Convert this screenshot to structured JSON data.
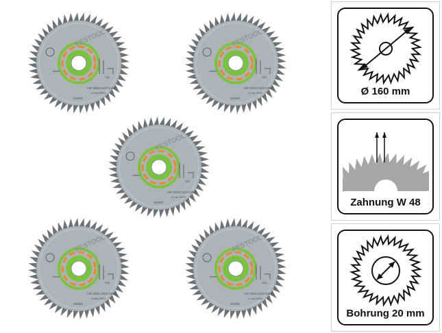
{
  "blades": [
    {
      "brand": "FESTOOL",
      "spec": "HW 160x2,2x20 Z48 W",
      "rpm": "n max 9500",
      "article": "491952",
      "code": "S85"
    },
    {
      "brand": "FESTOOL",
      "spec": "HW 160x2,2x20 Z48 W",
      "rpm": "n max 9500",
      "article": "491952",
      "code": "S85"
    },
    {
      "brand": "FESTOOL",
      "spec": "HW 160x2,2x20 Z48 W",
      "rpm": "n max 9500",
      "article": "491952",
      "code": "S85"
    },
    {
      "brand": "FESTOOL",
      "spec": "HW 160x2,2x20 Z48 W",
      "rpm": "n max 9500",
      "article": "491952",
      "code": "S85"
    },
    {
      "brand": "FESTOOL",
      "spec": "HW 160x2,2x20 Z48 W",
      "rpm": "n max 9500",
      "article": "491952",
      "code": "S85"
    }
  ],
  "specs": [
    {
      "label": "Ø 160 mm",
      "icon": "blade-diameter-icon"
    },
    {
      "label": "Zahnung W 48",
      "icon": "tooth-profile-icon"
    },
    {
      "label": "Bohrung 20 mm",
      "icon": "bore-diameter-icon"
    }
  ],
  "colors": {
    "blade_steel": "#a9acae",
    "blade_dark": "#6f7275",
    "ring_green": "#7cc242",
    "ring_orange": "#e8872c",
    "icon_grey": "#9a9a9a",
    "border": "#111111"
  }
}
